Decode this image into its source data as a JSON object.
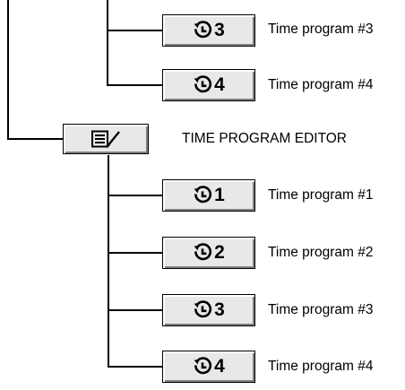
{
  "top_group": {
    "items": [
      {
        "number": "3",
        "label": "Time program #3",
        "icon": "clock-icon"
      },
      {
        "number": "4",
        "label": "Time program #4",
        "icon": "clock-icon"
      }
    ]
  },
  "editor": {
    "label": "TIME PROGRAM EDITOR",
    "icon": "edit-list-icon"
  },
  "editor_group": {
    "items": [
      {
        "number": "1",
        "label": "Time program #1",
        "icon": "clock-icon"
      },
      {
        "number": "2",
        "label": "Time program #2",
        "icon": "clock-icon"
      },
      {
        "number": "3",
        "label": "Time program #3",
        "icon": "clock-icon"
      },
      {
        "number": "4",
        "label": "Time program #4",
        "icon": "clock-icon"
      }
    ]
  }
}
